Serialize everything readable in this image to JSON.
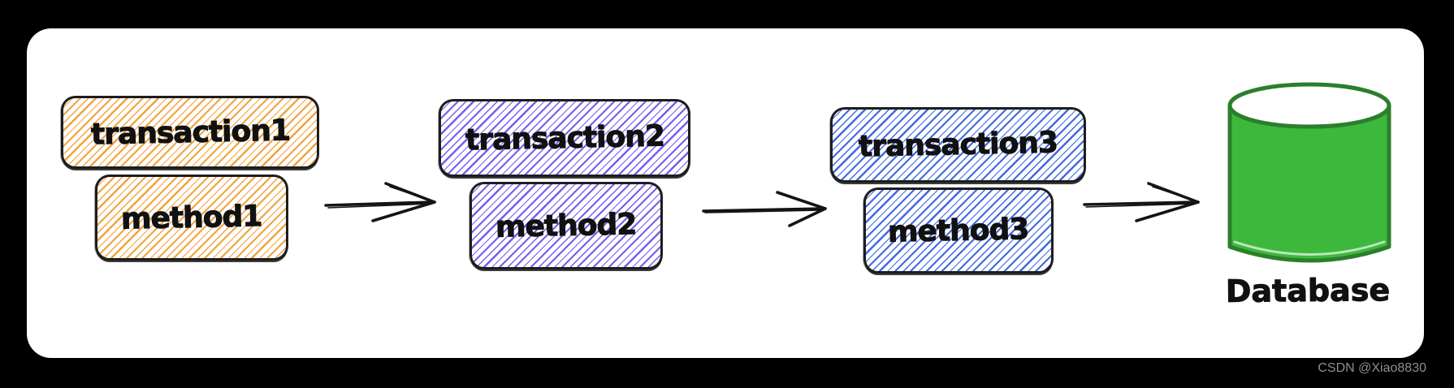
{
  "canvas": {
    "background": "#000000",
    "panel_color": "#ffffff"
  },
  "watermark": {
    "text": "CSDN @Xiao8830",
    "color": "#8f8f8f"
  },
  "diagram": {
    "arrow_color": "#141414",
    "groups": [
      {
        "transaction": "transaction1",
        "method": "method1",
        "color": "#F2A33C"
      },
      {
        "transaction": "transaction2",
        "method": "method2",
        "color": "#7A5CF0"
      },
      {
        "transaction": "transaction3",
        "method": "method3",
        "color": "#4169E0"
      }
    ],
    "database": {
      "label": "Database",
      "fill": "#3DB83D",
      "stroke": "#2B7F2B"
    }
  }
}
